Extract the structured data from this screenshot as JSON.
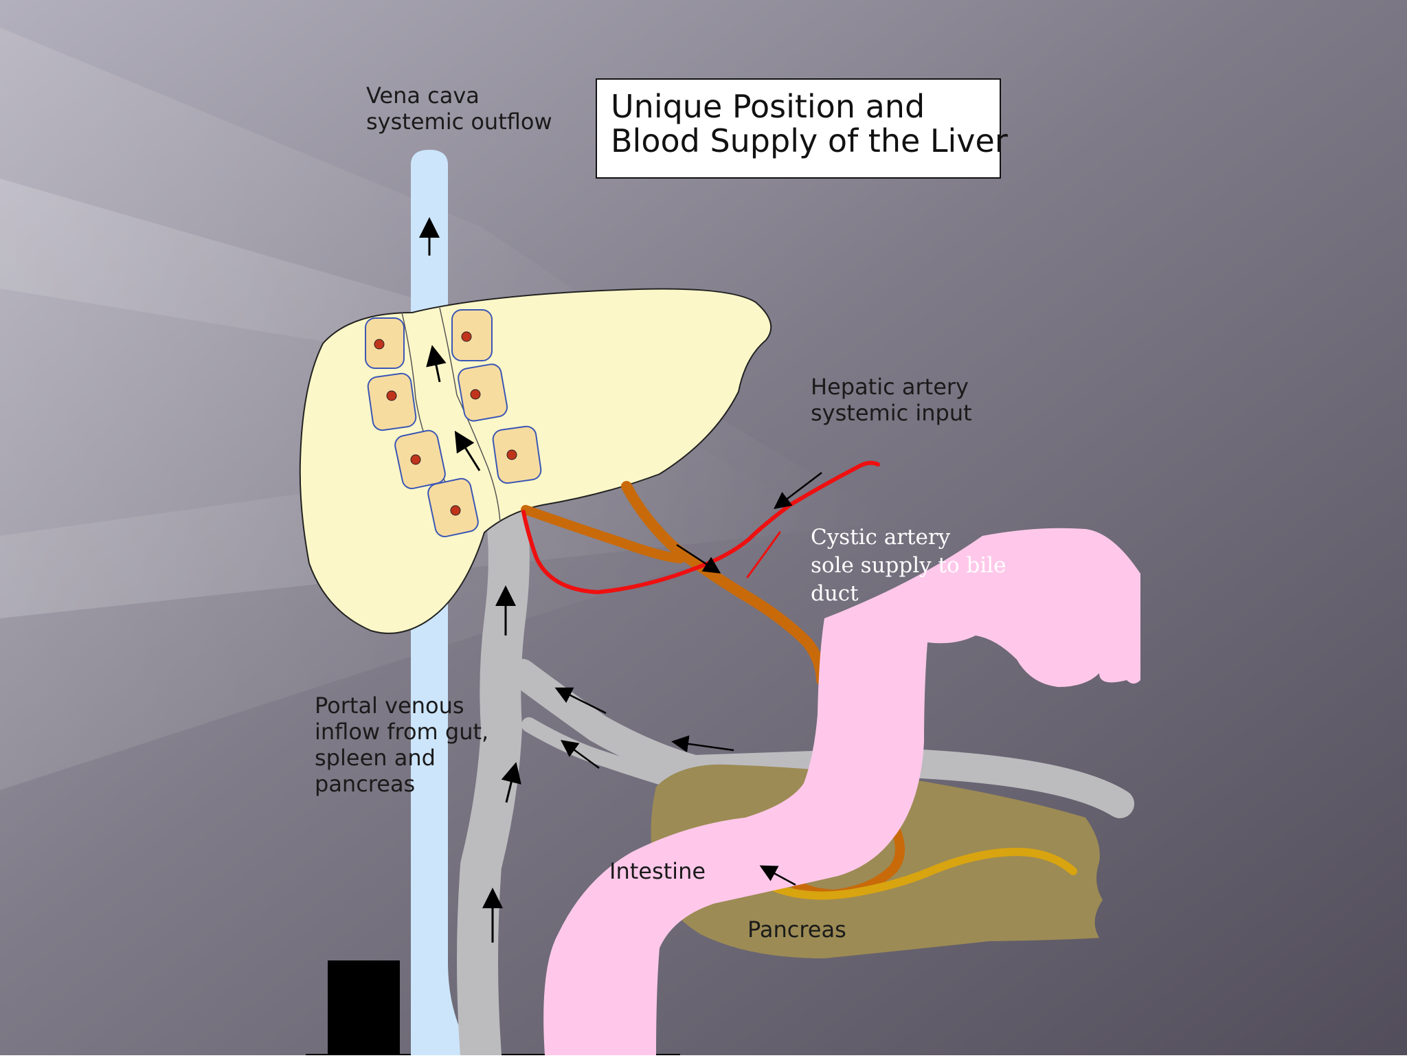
{
  "title": {
    "line1": "Unique Position and",
    "line2": "Blood Supply of the Liver"
  },
  "labels": {
    "vena_cava": [
      "Vena cava",
      "systemic outflow"
    ],
    "hepatic_artery": [
      "Hepatic artery",
      "systemic input"
    ],
    "cystic_artery": [
      "Cystic artery",
      "sole supply to bile",
      "duct"
    ],
    "portal_venous": [
      "Portal venous",
      "inflow from gut,",
      "spleen and",
      "pancreas"
    ],
    "intestine": "Intestine",
    "pancreas": "Pancreas"
  },
  "colors": {
    "background_light": "#a6a3b0",
    "background_dark": "#565160",
    "vena_cava": "#cce5fb",
    "liver": "#fcf7c8",
    "hepatocyte": "#f7dca0",
    "nucleus": "#c0341c",
    "portal_vein": "#bcbcbf",
    "hepatic_artery": "#ee1010",
    "bile_duct": "#c86a0a",
    "intestine": "#ffc8ea",
    "pancreas": "#9c8b55",
    "pancreatic_duct": "#d8a410"
  }
}
